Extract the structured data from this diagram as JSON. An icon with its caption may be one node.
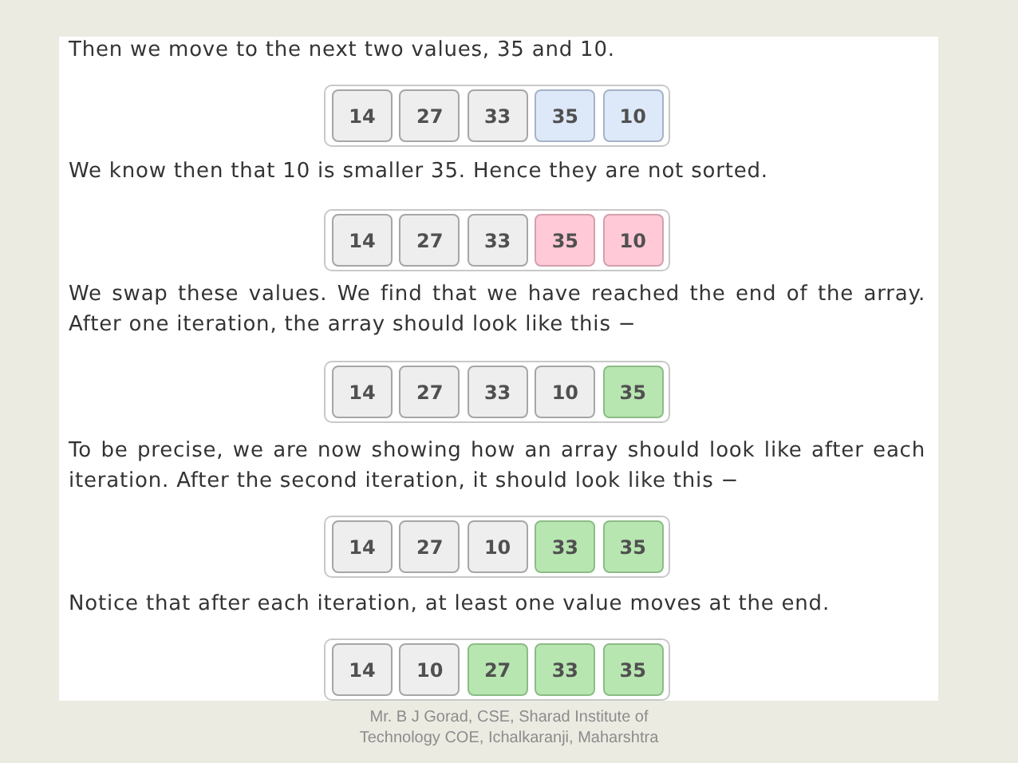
{
  "diagram": {
    "nodes": [
      {
        "text": [],
        "shape": "box"
      },
      {
        "text": [
          "14"
        ],
        "in": 0
      },
      {
        "text": [
          "27"
        ],
        "in": 0
      },
      {
        "text": [
          "33"
        ],
        "in": 0
      },
      {
        "text": [
          "35"
        ],
        "in": 0
      },
      {
        "text": [
          "10"
        ],
        "in": 0
      },
      {
        "text": [],
        "shape": "box"
      },
      {
        "text": [
          "14"
        ],
        "in": 6
      },
      {
        "text": [
          "27"
        ],
        "in": 6
      },
      {
        "text": [
          "33"
        ],
        "in": 6
      },
      {
        "text": [
          "35"
        ],
        "in": 6
      },
      {
        "text": [
          "10"
        ],
        "in": 6
      },
      {
        "text": [],
        "shape": "box"
      },
      {
        "text": [
          "14"
        ],
        "in": 12
      },
      {
        "text": [
          "27"
        ],
        "in": 12
      },
      {
        "text": [
          "33"
        ],
        "in": 12
      },
      {
        "text": [
          "10"
        ],
        "in": 12
      },
      {
        "text": [
          "35"
        ],
        "in": 12
      },
      {
        "text": [],
        "shape": "box"
      },
      {
        "text": [
          "14"
        ],
        "in": 18
      },
      {
        "text": [
          "27"
        ],
        "in": 18
      },
      {
        "text": [
          "10"
        ],
        "in": 18
      },
      {
        "text": [
          "33"
        ],
        "in": 18
      },
      {
        "text": [
          "35"
        ],
        "in": 18
      },
      {
        "text": [],
        "shape": "box"
      },
      {
        "text": [
          "14"
        ],
        "in": 24
      },
      {
        "text": [
          "10"
        ],
        "in": 24
      },
      {
        "text": [
          "27"
        ],
        "in": 24
      },
      {
        "text": [
          "33"
        ],
        "in": 24
      },
      {
        "text": [
          "35"
        ],
        "in": 24
      }
    ],
    "labels": [
      "Then we move to the next two values, 35 and 10.",
      "We know then that 10 is smaller 35. Hence they are not sorted.",
      "We swap these values. We find that we have reached the end of the array. After one iteration, the array should look like this −",
      "To be precise, we are now showing how an array should look like after each iteration. After the second iteration, it should look like this −",
      "Notice that after each iteration, at least one value moves at the end.",
      "Mr. B J Gorad, CSE, Sharad Institute of Technology COE, Ichalkaranji, Maharshtra"
    ]
  }
}
